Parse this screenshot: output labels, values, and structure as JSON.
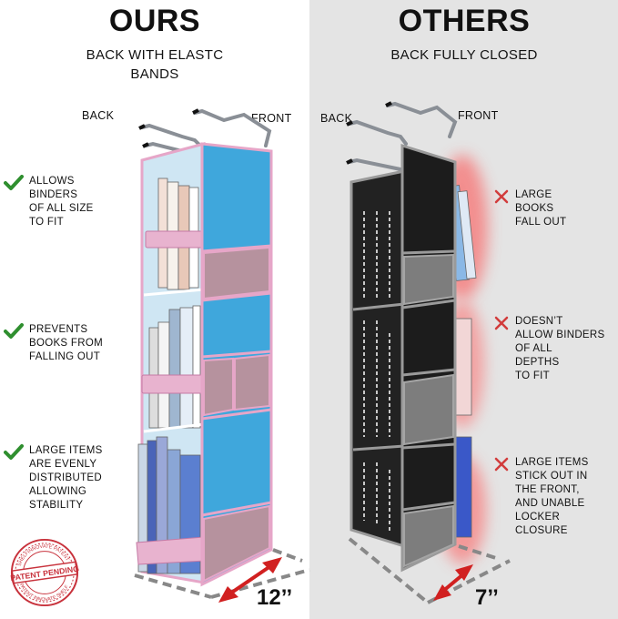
{
  "left": {
    "title": "OURS",
    "subtitle_line1": "BACK WITH ELASTC",
    "subtitle_line2": "BANDS",
    "back_label": "BACK",
    "front_label": "FRONT",
    "features": [
      [
        "ALLOWS",
        "BINDERS",
        "OF ALL SIZE",
        "TO FIT"
      ],
      [
        "PREVENTS",
        "BOOKS FROM",
        "FALLING OUT"
      ],
      [
        "LARGE ITEMS",
        "ARE EVENLY",
        "DISTRIBUTED",
        "ALLOWING",
        "STABILITY"
      ]
    ],
    "dimension": "12’’",
    "seal": {
      "top_text": "SHELFINNOVATE PATENT",
      "center_text": "PATENT PENDING",
      "bottom_text": "PATENT INNOVATE SHELF"
    }
  },
  "right": {
    "title": "OTHERS",
    "subtitle": "BACK FULLY CLOSED",
    "back_label": "BACK",
    "front_label": "FRONT",
    "features": [
      [
        "LARGE",
        "BOOKS",
        "FALL OUT"
      ],
      [
        "DOESN’T",
        "ALLOW BINDERS",
        "OF ALL",
        "DEPTHS",
        "TO FIT"
      ],
      [
        "LARGE ITEMS",
        "STICK OUT IN",
        "THE FRONT,",
        "AND UNABLE",
        "LOCKER",
        "CLOSURE"
      ]
    ],
    "dimension": "7’’"
  },
  "colors": {
    "check_green": "#2f8f2f",
    "cross_red": "#d23c3c",
    "ours_blue": "#3fa7dc",
    "ours_pink": "#e6a6c8",
    "others_black": "#1c1c1c",
    "others_gray": "#8c8c8c",
    "arrow_red": "#d12020",
    "seal_red": "#c8323c"
  },
  "icons": {
    "check": "check-icon",
    "cross": "cross-icon",
    "dimension_arrow": "double-arrow-icon",
    "seal": "patent-seal-icon"
  }
}
